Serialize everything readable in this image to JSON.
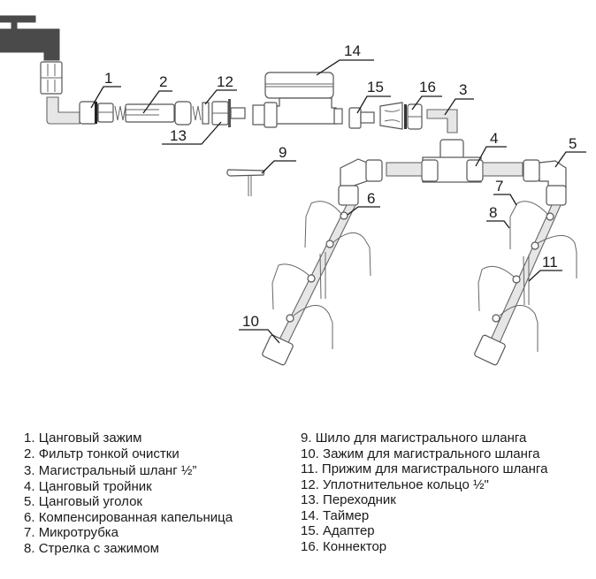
{
  "diagram": {
    "title": "Drip irrigation kit assembly",
    "callouts": [
      "1",
      "2",
      "3",
      "4",
      "5",
      "6",
      "7",
      "8",
      "9",
      "10",
      "11",
      "12",
      "13",
      "14",
      "15",
      "16"
    ],
    "colors": {
      "tap": "#4a4a4a",
      "line": "#555555",
      "tube_fill": "#e6e6e6",
      "text": "#1a1a1a"
    }
  },
  "legend": {
    "left": [
      {
        "num": "1.",
        "label": "Цанговый зажим"
      },
      {
        "num": "2.",
        "label": "Фильтр тонкой очистки"
      },
      {
        "num": "3.",
        "label": "Магистральный шланг ½”"
      },
      {
        "num": "4.",
        "label": "Цанговый тройник"
      },
      {
        "num": "5.",
        "label": "Цанговый уголок"
      },
      {
        "num": "6.",
        "label": "Компенсированная капельница"
      },
      {
        "num": "7.",
        "label": "Микротрубка"
      },
      {
        "num": "8.",
        "label": "Стрелка с зажимом"
      }
    ],
    "right": [
      {
        "num": "9.",
        "label": "Шило для магистрального шланга"
      },
      {
        "num": "10.",
        "label": "Зажим для магистрального шланга"
      },
      {
        "num": "11.",
        "label": "Прижим для магистрального шланга"
      },
      {
        "num": "12.",
        "label": "Уплотнительное кольцо ½\""
      },
      {
        "num": "13.",
        "label": "Переходник"
      },
      {
        "num": "14.",
        "label": "Таймер"
      },
      {
        "num": "15.",
        "label": "Адаптер"
      },
      {
        "num": "16.",
        "label": "Коннектор"
      }
    ]
  }
}
